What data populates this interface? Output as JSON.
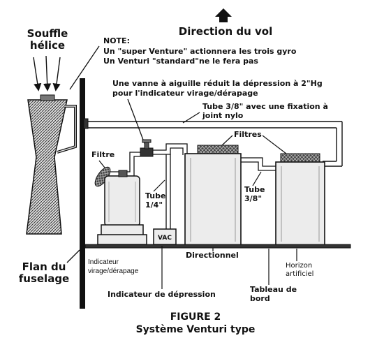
{
  "header": {
    "direction_label": "Direction du vol"
  },
  "labels": {
    "souffle_line1": "Souffle",
    "souffle_line2": "hélice",
    "note_line1": "NOTE:",
    "note_line2": "Un \"super Venture\" actionnera les trois gyro",
    "note_line3": "Un Venturi \"standard\"ne le fera pas",
    "vanne_line1": "Une vanne à aiguille réduit la dépression à 2\"Hg",
    "vanne_line2": "pour l'indicateur virage/dérapage",
    "tube38_joint_line1": "Tube 3/8\" avec une fixation à",
    "tube38_joint_line2": "joint nylo",
    "filtres": "Filtres",
    "filtre": "Filtre",
    "tube14_line1": "Tube",
    "tube14_line2": "1/4\"",
    "tube38_line1": "Tube",
    "tube38_line2": "3/8\"",
    "vac": "VAC",
    "directionnel": "Directionnel",
    "horizon_line1": "Horizon",
    "horizon_line2": "artificiel",
    "flan_line1": "Flan du",
    "flan_line2": "fuselage",
    "indicateur_virage_line1": "Indicateur",
    "indicateur_virage_line2": "virage/dérapage",
    "indicateur_depression": "Indicateur de dépression",
    "tableau_line1": "Tableau de",
    "tableau_line2": "bord"
  },
  "caption": {
    "line1": "FIGURE 2",
    "line2": "Système Venturi type"
  },
  "colors": {
    "ink": "#111111",
    "instrument_fill": "#eeeeee",
    "filter_fill": "#555555"
  }
}
